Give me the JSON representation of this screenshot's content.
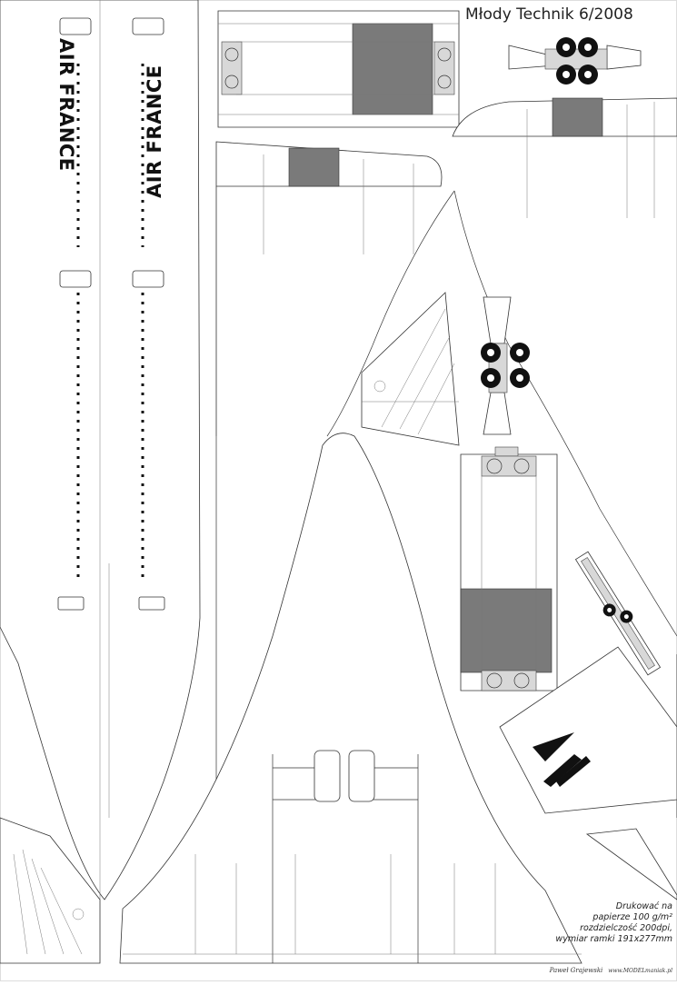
{
  "sheet": {
    "title": "Młody Technik 6/2008",
    "fuselage_livery": [
      "AIR FRANCE",
      "AIR FRANCE"
    ],
    "print_notes": {
      "line1": "Drukować na",
      "line2": "papierze 100 g/m²",
      "line3": "rozdzielczość 200dpi,",
      "line4": "wymiar ramki 191x277mm"
    },
    "credit": {
      "signature": "Paweł Grajewski",
      "site": "www.MODELmaniak.pl"
    }
  },
  "colors": {
    "panel_grey": "#7a7a7a",
    "outline": "#333333",
    "stripe_black": "#111111"
  }
}
